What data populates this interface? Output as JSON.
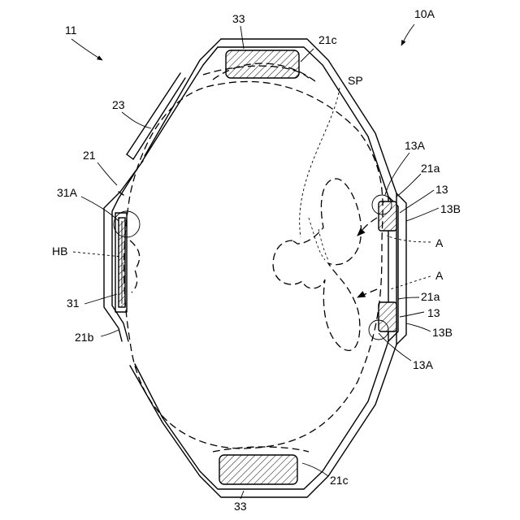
{
  "labels": {
    "fig_11": "11",
    "fig_10A": "10A",
    "ref_33_top": "33",
    "ref_33_bottom": "33",
    "ref_21c_top": "21c",
    "ref_21c_bottom": "21c",
    "ref_SP": "SP",
    "ref_23": "23",
    "ref_21": "21",
    "ref_31A": "31A",
    "ref_HB": "HB",
    "ref_31": "31",
    "ref_21b": "21b",
    "ref_13A_top": "13A",
    "ref_21a_top": "21a",
    "ref_13_top": "13",
    "ref_13B_top": "13B",
    "ref_A_top": "A",
    "ref_A_bottom": "A",
    "ref_21a_bottom": "21a",
    "ref_13_bottom": "13",
    "ref_13B_bottom": "13B",
    "ref_13A_bottom": "13A"
  }
}
